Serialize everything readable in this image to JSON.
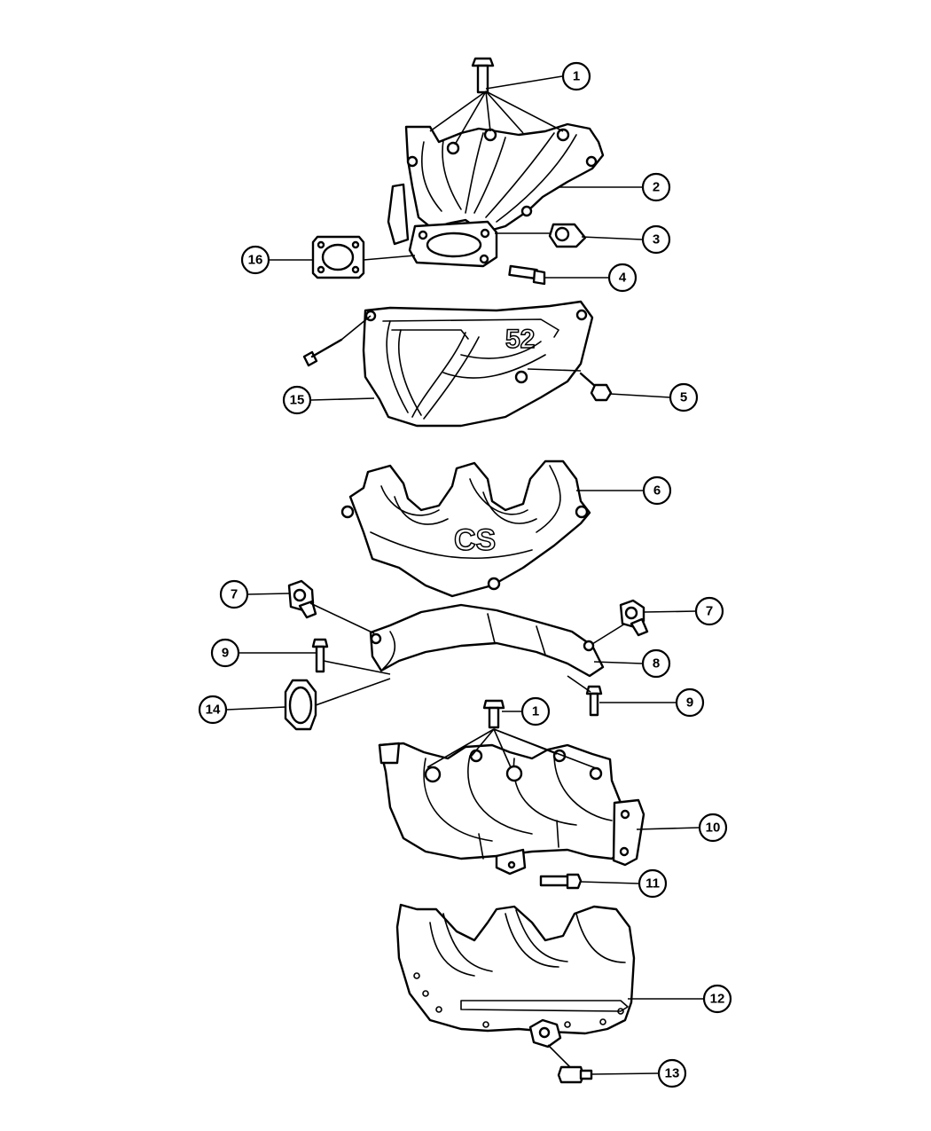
{
  "callouts": [
    {
      "id": "c1a",
      "label": "1"
    },
    {
      "id": "c2",
      "label": "2"
    },
    {
      "id": "c3",
      "label": "3"
    },
    {
      "id": "c4",
      "label": "4"
    },
    {
      "id": "c16",
      "label": "16"
    },
    {
      "id": "c15",
      "label": "15"
    },
    {
      "id": "c5",
      "label": "5"
    },
    {
      "id": "c6",
      "label": "6"
    },
    {
      "id": "c7a",
      "label": "7"
    },
    {
      "id": "c7b",
      "label": "7"
    },
    {
      "id": "c9a",
      "label": "9"
    },
    {
      "id": "c8",
      "label": "8"
    },
    {
      "id": "c14",
      "label": "14"
    },
    {
      "id": "c1b",
      "label": "1"
    },
    {
      "id": "c9b",
      "label": "9"
    },
    {
      "id": "c10",
      "label": "10"
    },
    {
      "id": "c11",
      "label": "11"
    },
    {
      "id": "c12",
      "label": "12"
    },
    {
      "id": "c13",
      "label": "13"
    }
  ],
  "parts": {
    "p1": "bolt",
    "p2": "exhaust-manifold-upper",
    "p3": "nut",
    "p4": "bolt",
    "p5": "bolt",
    "p6": "heat-shield-middle",
    "p7": "nut",
    "p8": "crossover-pipe",
    "p9": "bolt",
    "p10": "exhaust-manifold-lower",
    "p11": "bolt",
    "p12": "heat-shield-lower",
    "p13": "bolt",
    "p14": "gasket-oval",
    "p15": "heat-shield-upper",
    "p16": "gasket-square"
  },
  "shield_marking_upper": "52",
  "shield_marking_middle": "CS"
}
